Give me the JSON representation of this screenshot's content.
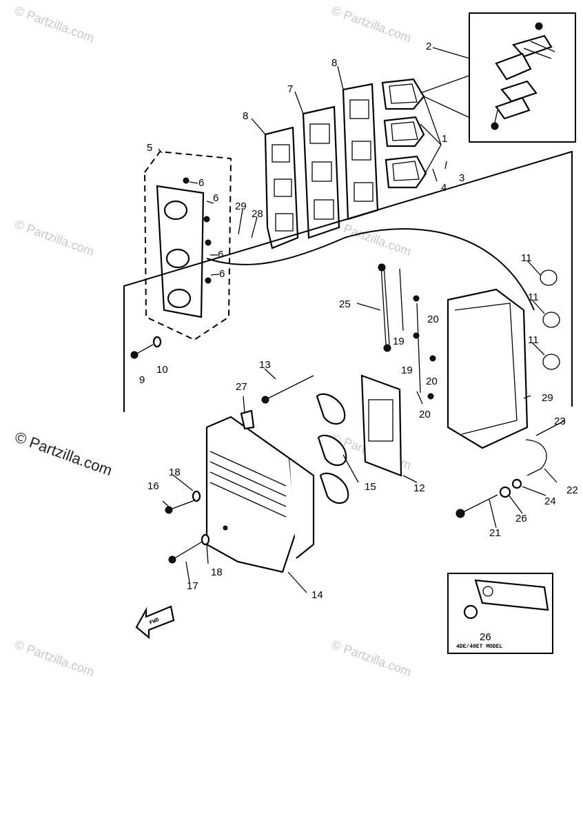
{
  "watermark": "© Partzilla.com",
  "callouts": {
    "c1": "1",
    "c2": "2",
    "c3": "3",
    "c4": "4",
    "c5": "5",
    "c6": "6",
    "c7": "7",
    "c8": "8",
    "c9": "9",
    "c10": "10",
    "c11": "11",
    "c12": "12",
    "c13": "13",
    "c14": "14",
    "c15": "15",
    "c16": "16",
    "c17": "17",
    "c18": "18",
    "c19": "19",
    "c20": "20",
    "c21": "21",
    "c22": "22",
    "c23": "23",
    "c24": "24",
    "c25": "25",
    "c26": "26",
    "c27": "27",
    "c28": "28",
    "c29": "29"
  },
  "fwd_label": "FWD",
  "inset_model_label": "4DE/40ET MODEL"
}
